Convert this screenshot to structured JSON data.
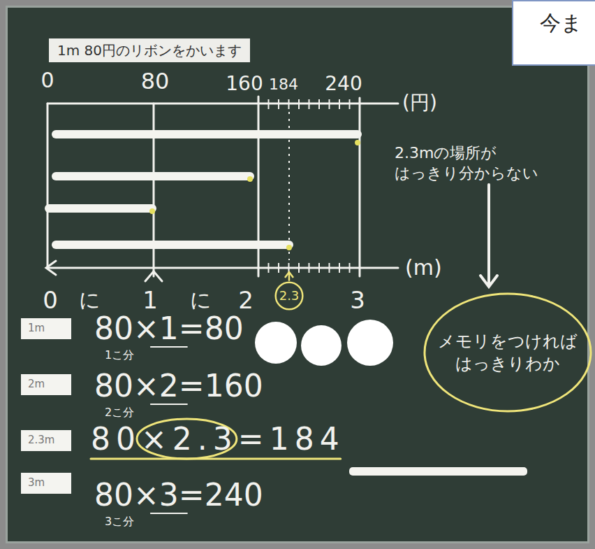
{
  "diagram": {
    "title": "1m 80円のリボンをかいます",
    "nodes": [
      {
        "text": [
          "今ま"
        ]
      },
      {
        "text": [
          "メモリをつければ はっきりわか"
        ]
      },
      {
        "text": [
          "1m"
        ]
      },
      {
        "text": [
          "2m"
        ]
      },
      {
        "text": [
          "2.3m"
        ]
      },
      {
        "text": [
          "3m"
        ]
      }
    ],
    "labels": [
      "0",
      "80",
      "160",
      "184",
      "240",
      "(円)",
      "2.3mの場所が はっきり分からない",
      "0",
      "に",
      "1",
      "に",
      "2",
      "2.3",
      "3",
      "(m)",
      "80×1=80",
      "1こ分",
      "80×2=160",
      "2こ分",
      "80×2.3=184",
      "80×3=240",
      "3こ分"
    ]
  }
}
